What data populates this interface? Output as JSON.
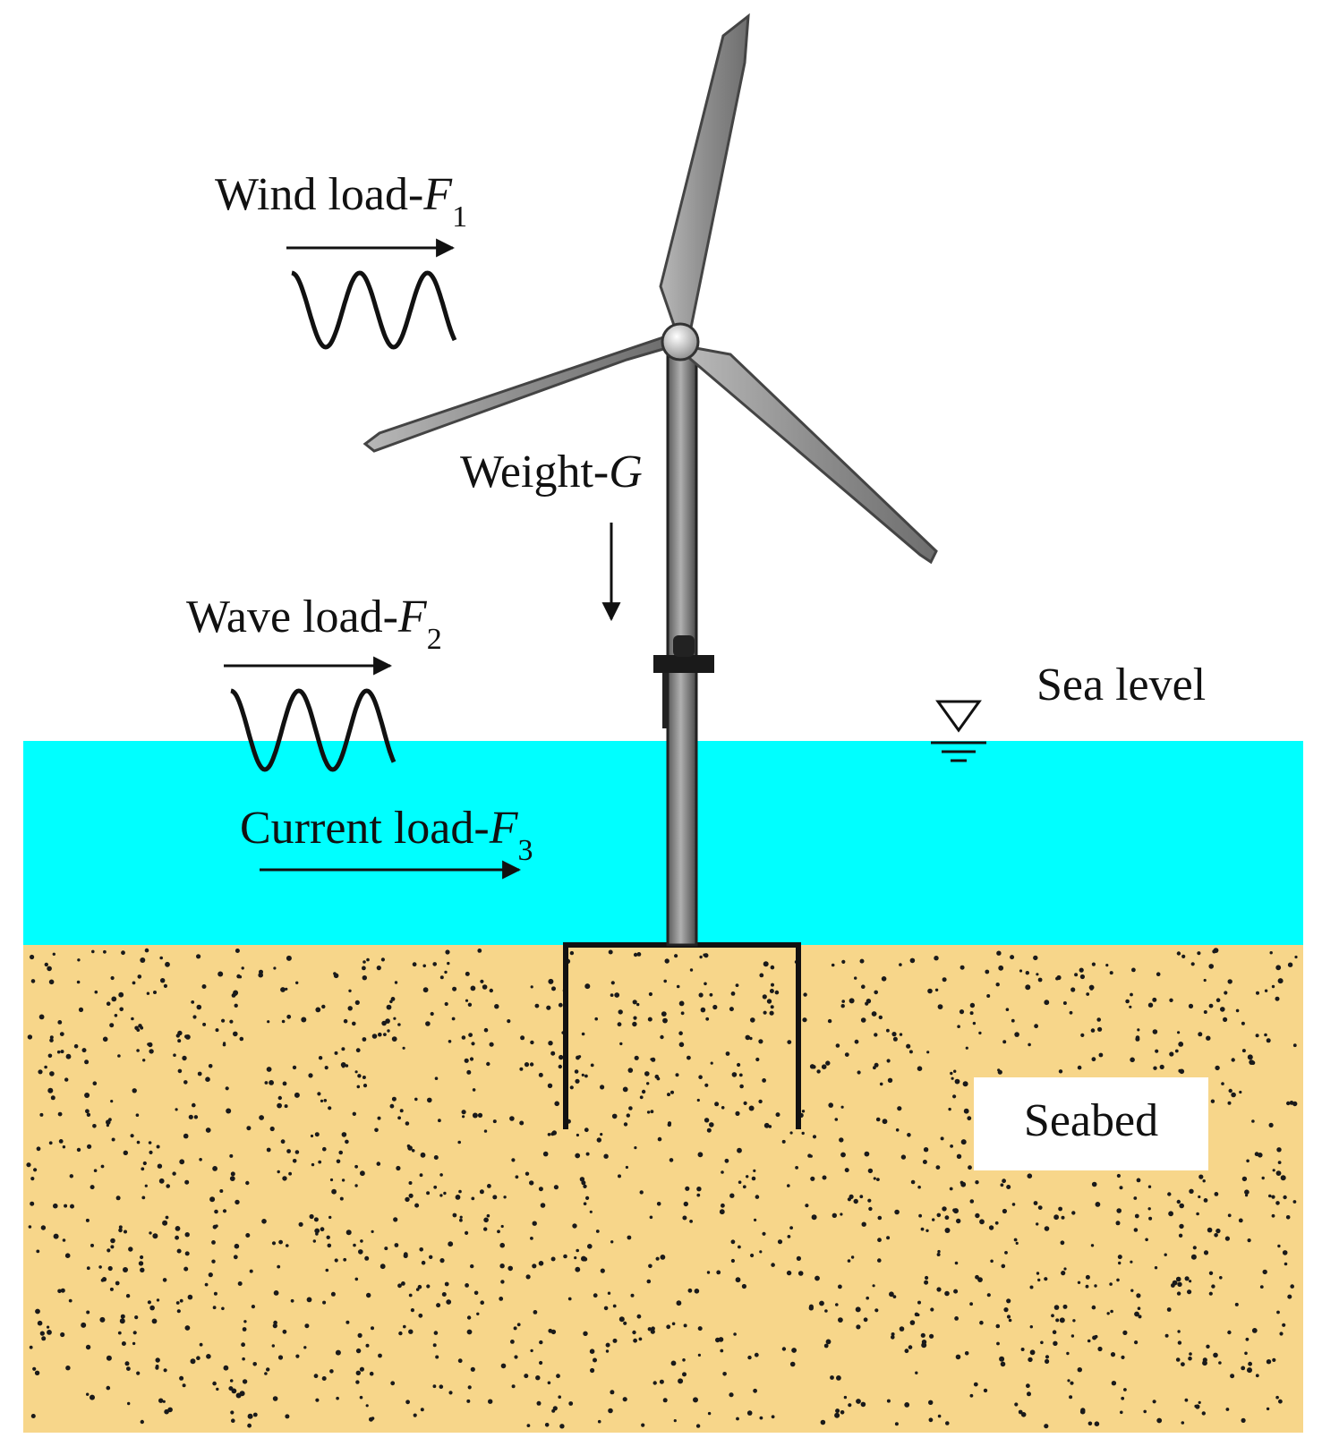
{
  "labels": {
    "wind": {
      "text": "Wind load-",
      "symbol": "F",
      "subscript": "1"
    },
    "weight": {
      "text": "Weight-",
      "symbol": "G"
    },
    "wave": {
      "text": "Wave load-",
      "symbol": "F",
      "subscript": "2"
    },
    "current": {
      "text": "Current load-",
      "symbol": "F",
      "subscript": "3"
    },
    "sea_level": "Sea level",
    "seabed": "Seabed"
  },
  "colors": {
    "water": "#00FFFF",
    "seabed": "#F7D68A",
    "sand_dots": "#1A1A1A",
    "blade": "#9A9A9A",
    "tower": "#8C8C8C",
    "outline": "#111111"
  },
  "icons": {
    "sea_level": "sea-level-triangle-icon",
    "wind_wave": "sine-wave-icon",
    "force_arrow": "arrow-right-icon",
    "weight_arrow": "arrow-down-icon"
  }
}
